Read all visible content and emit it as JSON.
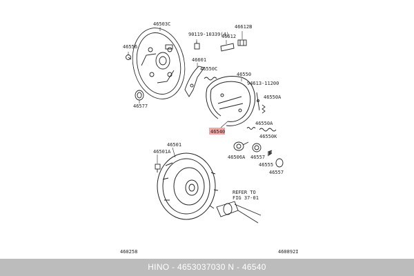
{
  "labels": {
    "46503C": "46503C",
    "46556": "46556",
    "46577": "46577",
    "90119": "90119-10339(4)",
    "46612": "46612",
    "46612B": "46612B",
    "46601": "46601",
    "46550C": "46550C",
    "46550": "46550",
    "94613": "94613-11200",
    "46550A_top": "46550A",
    "46550A_mid": "46550A",
    "46550K": "46550K",
    "46540": "46540",
    "46506A": "46506A",
    "46557_a": "46557",
    "46555": "46555",
    "46557_b": "46557",
    "46501": "46501",
    "46501A": "46501A",
    "refer_line1": "REFER TO",
    "refer_line2": "FIG 37-01",
    "fig_left": "460258",
    "fig_right": "460892I"
  },
  "footer": {
    "text": "HINO - 4653037030    N - 46540"
  },
  "colors": {
    "highlight": "#f4a6a6",
    "footer_bg": "#bcbcbc",
    "line": "#222222"
  }
}
